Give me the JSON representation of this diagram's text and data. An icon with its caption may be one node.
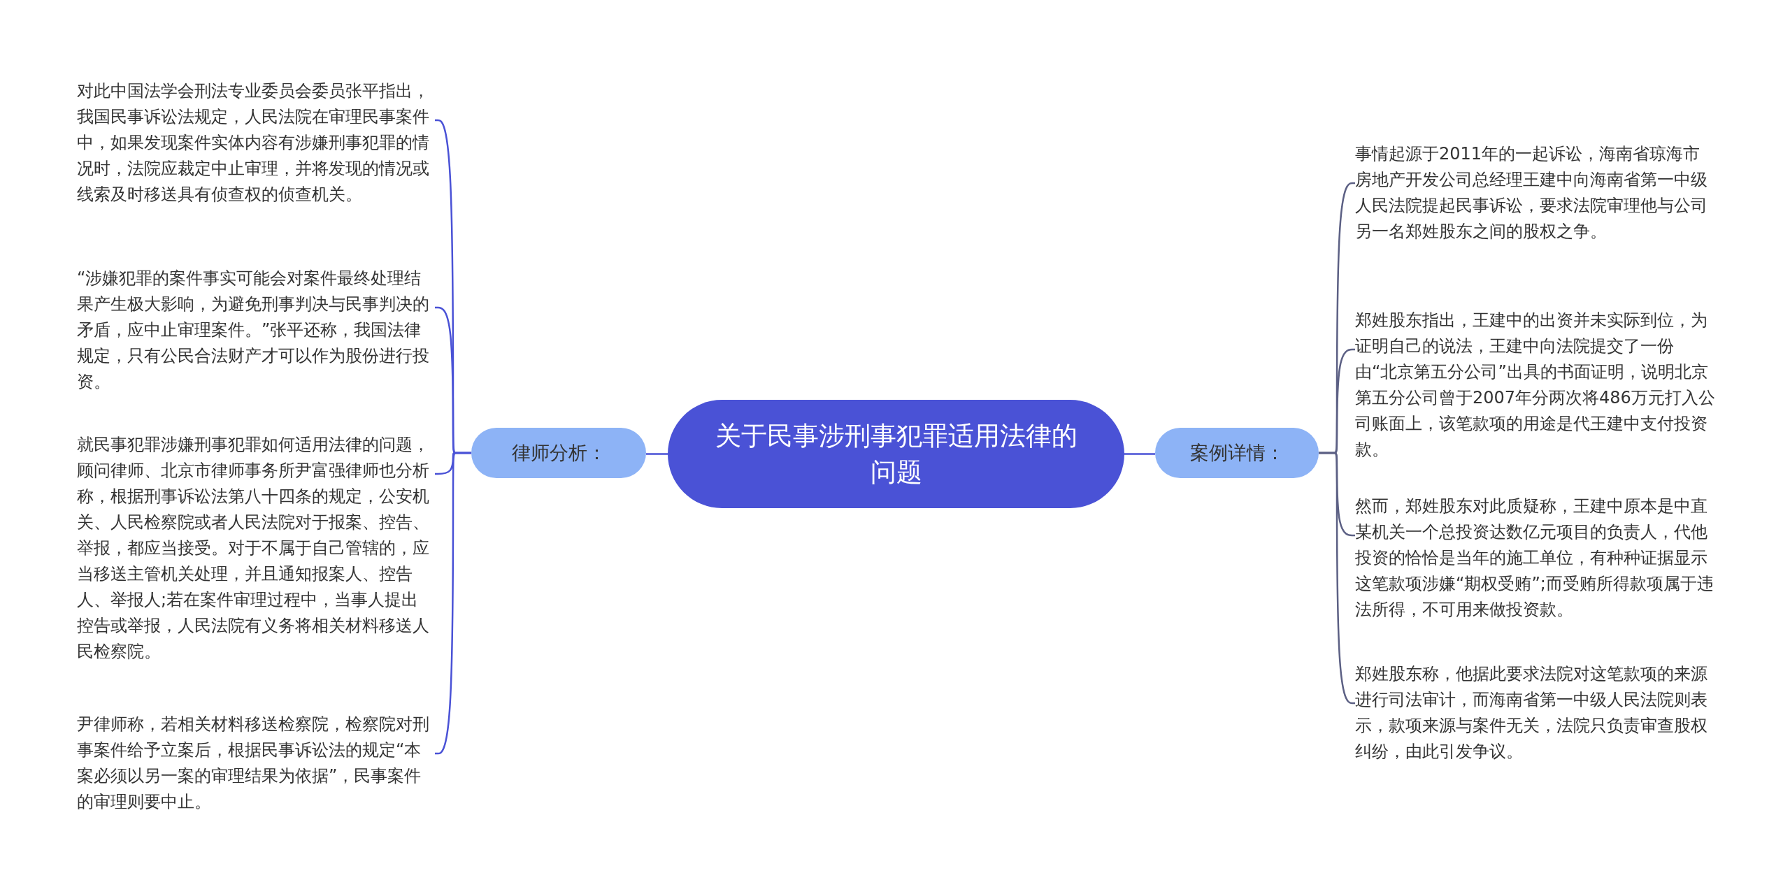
{
  "diagram": {
    "nodes": [
      {
        "text": [
          "关于民事涉刑事犯罪适用法律的问题"
        ]
      },
      {
        "text": [
          "律师分析："
        ]
      },
      {
        "text": [
          "对此中国法学会刑法专业委员会委员张平指出，我国民事诉讼法规定，人民法院在审理民事案件中，如果发现案件实体内容有涉嫌刑事犯罪的情况时，法院应裁定中止审理，并将发现的情况或线索及时移送具有侦查权的侦查机关。"
        ]
      },
      {
        "text": [
          "“涉嫌犯罪的案件事实可能会对案件最终处理结果产生极大影响，为避免刑事判决与民事判决的矛盾，应中止审理案件。”张平还称，我国法律规定，只有公民合法财产才可以作为股份进行投资。"
        ]
      },
      {
        "text": [
          "就民事犯罪涉嫌刑事犯罪如何适用法律的问题，顾问律师、北京市律师事务所尹富强律师也分析称，根据刑事诉讼法第八十四条的规定，公安机关、人民检察院或者人民法院对于报案、控告、举报，都应当接受。对于不属于自己管辖的，应当移送主管机关处理，并且通知报案人、控告人、举报人;若在案件审理过程中，当事人提出控告或举报，人民法院有义务将相关材料移送人民检察院。"
        ]
      },
      {
        "text": [
          "尹律师称，若相关材料移送检察院，检察院对刑事案件给予立案后，根据民事诉讼法的规定“本案必须以另一案的审理结果为依据”，民事案件的审理则要中止。"
        ]
      },
      {
        "text": [
          "案例详情："
        ]
      },
      {
        "text": [
          "事情起源于2011年的一起诉讼，海南省琼海市房地产开发公司总经理王建中向海南省第一中级人民法院提起民事诉讼，要求法院审理他与公司另一名郑姓股东之间的股权之争。"
        ]
      },
      {
        "text": [
          "郑姓股东指出，王建中的出资并未实际到位，为证明自己的说法，王建中向法院提交了一份由“北京第五分公司”出具的书面证明，说明北京第五分公司曾于2007年分两次将486万元打入公司账面上，该笔款项的用途是代王建中支付投资款。"
        ]
      },
      {
        "text": [
          "然而，郑姓股东对此质疑称，王建中原本是中直某机关一个总投资达数亿元项目的负责人，代他投资的恰恰是当年的施工单位，有种种证据显示这笔款项涉嫌“期权受贿”;而受贿所得款项属于违法所得，不可用来做投资款。"
        ]
      },
      {
        "text": [
          "郑姓股东称，他据此要求法院对这笔款项的来源进行司法审计，而海南省第一中级人民法院则表示，款项来源与案件无关，法院只负责审查股权纠纷，由此引发争议。"
        ]
      }
    ],
    "edges": [
      {
        "from": 0,
        "to": 1,
        "arrow": "none"
      },
      {
        "from": 1,
        "to": 2,
        "arrow": "none"
      },
      {
        "from": 1,
        "to": 3,
        "arrow": "none"
      },
      {
        "from": 1,
        "to": 4,
        "arrow": "none"
      },
      {
        "from": 1,
        "to": 5,
        "arrow": "none"
      },
      {
        "from": 0,
        "to": 6,
        "arrow": "none"
      },
      {
        "from": 6,
        "to": 7,
        "arrow": "none",
        "color": "#5c6084"
      },
      {
        "from": 6,
        "to": 8,
        "arrow": "none",
        "color": "#5c6084"
      },
      {
        "from": 6,
        "to": 9,
        "arrow": "none",
        "color": "#5c6084"
      },
      {
        "from": 6,
        "to": 10,
        "arrow": "none",
        "color": "#5c6084"
      }
    ]
  }
}
